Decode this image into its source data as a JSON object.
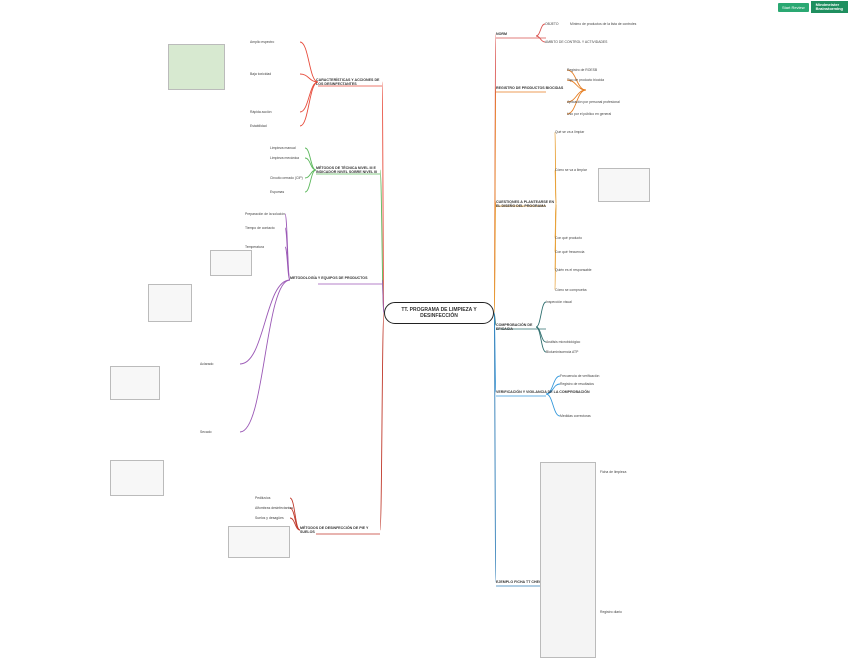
{
  "topbar": {
    "start_label": "Start Review",
    "brand_line1": "Mindmeister",
    "brand_line2": "Brainstorming"
  },
  "central": {
    "title": "TT. PROGRAMA DE LIMPIEZA Y DESINFECCIÓN"
  },
  "branches_right": [
    {
      "label": "NORM",
      "color": "#d9534f"
    },
    {
      "label": "REGISTRO DE PRODUCTOS BIOCIDAS",
      "color": "#e67e22"
    },
    {
      "label": "CUESTIONES A PLANTEARSE EN EL DISEÑO DEL PROGRAMA",
      "color": "#e8a23a"
    },
    {
      "label": "COMPROBACIÓN DE EFICACIA",
      "color": "#2f6f6f"
    },
    {
      "label": "VERIFICACIÓN Y VIGILANCIA DE LA COMPROBACIÓN",
      "color": "#3498db"
    },
    {
      "label": "EJEMPLO FICHA TT CHECK",
      "color": "#2c7bb6"
    }
  ],
  "branches_left": [
    {
      "label": "CARACTERÍSTICAS Y ACCIONES DE LOS DESINFECTANTES",
      "color": "#e74c3c"
    },
    {
      "label": "MÉTODOS DE TÉCNICA NIVEL III E INDICADOR NIVEL SOBRE NIVEL III",
      "color": "#5cb85c"
    },
    {
      "label": "METODOLOGÍA Y EQUIPOS DE PRODUCTOS",
      "color": "#9b59b6"
    },
    {
      "label": "MÉTODOS DE DESINFECCIÓN DE PIE Y SUELOS",
      "color": "#c0392b"
    }
  ],
  "leaves": {
    "norm": [
      "OBJETO",
      "Mínimo de productos de la lista de controles",
      "AMBITO DE CONTROL Y ACTIVIDADES"
    ],
    "biocidas": [
      "Registro de ROESB",
      "Tipo de producto biocida",
      "Aplicación por personal profesional",
      "Uso por el público en general"
    ],
    "cuestiones": [
      "Qué se va a limpiar",
      "Cómo se va a limpiar",
      "Con qué producto",
      "Con qué frecuencia",
      "Quién es el responsable",
      "Cómo se comprueba"
    ],
    "comprobacion": [
      "Inspección visual",
      "Análisis microbiológico",
      "Bioluminiscencia ATP"
    ],
    "verificacion": [
      "Frecuencia de verificación",
      "Registro de resultados",
      "Medidas correctoras"
    ],
    "ficha": [
      "Ficha de limpieza",
      "Registro diario"
    ],
    "desinfectantes": [
      "Amplio espectro",
      "Baja toxicidad",
      "Rápida acción",
      "Estabilidad"
    ],
    "tecnica": [
      "Limpieza manual",
      "Limpieza mecánica",
      "Circuito cerrado (CIP)",
      "Espumas"
    ],
    "metodologia": [
      "Preparación de la solución",
      "Tiempo de contacto",
      "Temperatura",
      "Aclarado",
      "Secado"
    ],
    "pies": [
      "Pediluvios",
      "Alfombras desinfectantes",
      "Suelos y desagües"
    ]
  }
}
